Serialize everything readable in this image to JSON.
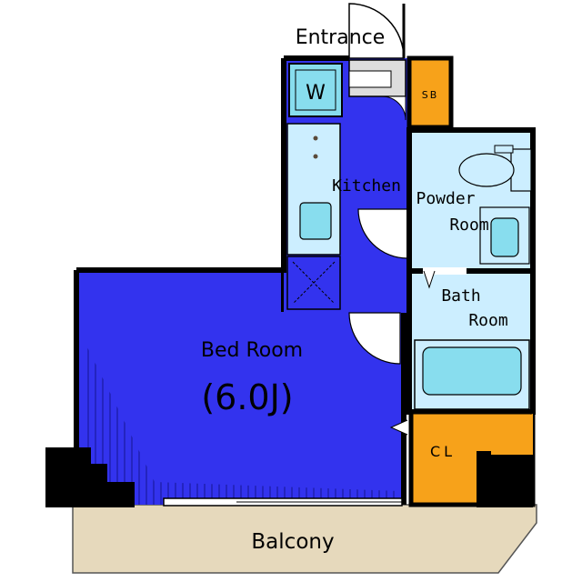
{
  "rooms": {
    "entrance": "Entrance",
    "washer": "W",
    "shoe_box": "SB",
    "kitchen": "Kitchen",
    "powder_room_line1": "Powder",
    "powder_room_line2": "Room",
    "bath_room_line1": "Bath",
    "bath_room_line2": "Room",
    "bed_room": "Bed Room",
    "bed_room_size": "(6.0J)",
    "closet": "CL",
    "balcony": "Balcony"
  },
  "colors": {
    "bedroom_blue": "#3333ee",
    "wet_area_blue": "#cceeff",
    "fixture_blue": "#88ddee",
    "storage_orange": "#f7a21a",
    "balcony_beige": "#e6d9bc",
    "wall": "#000000"
  }
}
